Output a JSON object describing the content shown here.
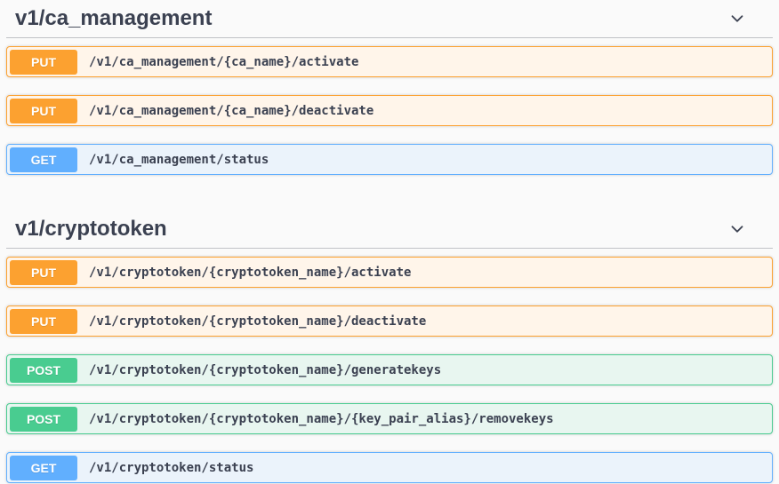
{
  "colors": {
    "put_accent": "#fca130",
    "get_accent": "#61affe",
    "post_accent": "#49cc90",
    "put_bg": "#fff5ea",
    "get_bg": "#ebf3fb",
    "post_bg": "#e8f6f0",
    "heading_text": "#3b4151",
    "page_bg": "#fafafa"
  },
  "icons": {
    "section_collapse": "chevron-down"
  },
  "sections": [
    {
      "title": "v1/ca_management",
      "operations": [
        {
          "method": "PUT",
          "path": "/v1/ca_management/{ca_name}/activate"
        },
        {
          "method": "PUT",
          "path": "/v1/ca_management/{ca_name}/deactivate"
        },
        {
          "method": "GET",
          "path": "/v1/ca_management/status"
        }
      ]
    },
    {
      "title": "v1/cryptotoken",
      "operations": [
        {
          "method": "PUT",
          "path": "/v1/cryptotoken/{cryptotoken_name}/activate"
        },
        {
          "method": "PUT",
          "path": "/v1/cryptotoken/{cryptotoken_name}/deactivate"
        },
        {
          "method": "POST",
          "path": "/v1/cryptotoken/{cryptotoken_name}/generatekeys"
        },
        {
          "method": "POST",
          "path": "/v1/cryptotoken/{cryptotoken_name}/{key_pair_alias}/removekeys"
        },
        {
          "method": "GET",
          "path": "/v1/cryptotoken/status"
        }
      ]
    }
  ]
}
